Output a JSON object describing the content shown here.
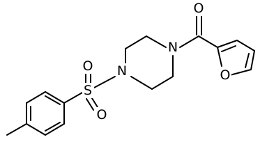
{
  "molecule": {
    "atoms": {
      "sulfonyl_oxygen_top": "O",
      "sulfonyl_oxygen_bottom": "O",
      "sulfur": "S",
      "piperazine_n_left": "N",
      "piperazine_n_right": "N",
      "carbonyl_oxygen": "O",
      "furan_oxygen": "O"
    },
    "bond_color": "#000000",
    "background_color": "#ffffff"
  }
}
